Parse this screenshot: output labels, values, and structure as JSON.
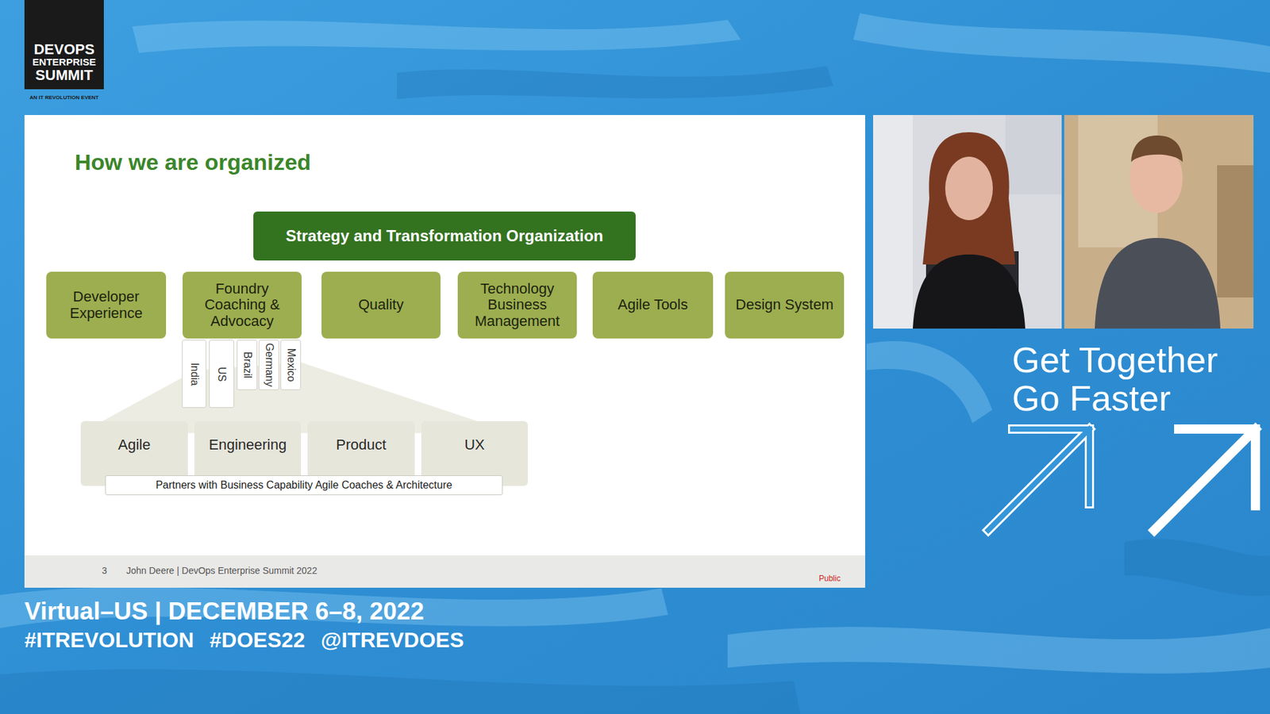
{
  "diagram": {
    "title": "How we are organized",
    "nodes": [
      {
        "text": [
          "Strategy and Transformation Organization"
        ]
      },
      {
        "text": [
          "Developer Experience"
        ]
      },
      {
        "text": [
          "Foundry Coaching & Advocacy"
        ]
      },
      {
        "text": [
          "Quality"
        ]
      },
      {
        "text": [
          "Technology Business Management"
        ]
      },
      {
        "text": [
          "Agile Tools"
        ]
      },
      {
        "text": [
          "Design System"
        ]
      },
      {
        "text": [
          "India"
        ]
      },
      {
        "text": [
          "US"
        ]
      },
      {
        "text": [
          "Brazil"
        ]
      },
      {
        "text": [
          "Germany"
        ]
      },
      {
        "text": [
          "Mexico"
        ]
      },
      {
        "text": [
          "Agile"
        ]
      },
      {
        "text": [
          "Engineering"
        ]
      },
      {
        "text": [
          "Product"
        ]
      },
      {
        "text": [
          "UX"
        ]
      },
      {
        "text": [
          "Partners with Business Capability Agile Coaches & Architecture"
        ]
      }
    ],
    "labels": [
      "DEVOPS",
      "ENTERPRISE",
      "SUMMIT",
      "AN IT REVOLUTION EVENT",
      "3",
      "John Deere | DevOps Enterprise Summit 2022",
      "Public",
      "Get Together",
      "Go Faster",
      "Virtual–US | DECEMBER 6–8, 2022",
      "#ITREVOLUTION",
      "#DOES22",
      "@ITREVDOES"
    ]
  }
}
